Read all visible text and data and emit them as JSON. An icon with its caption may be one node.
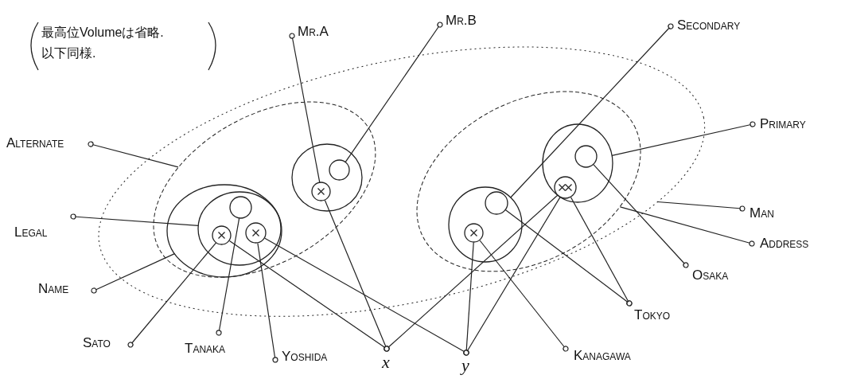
{
  "diagram": {
    "nodes": [
      {
        "text": [],
        "shape": "ellipse"
      },
      {
        "text": [],
        "shape": "ellipse",
        "in": 0
      },
      {
        "text": [],
        "shape": "ellipse",
        "in": 1
      },
      {
        "text": [],
        "shape": "ellipse",
        "in": 2
      },
      {
        "text": [],
        "shape": "circle",
        "in": 3
      },
      {
        "text": [],
        "shape": "circle",
        "in": 3
      },
      {
        "text": [],
        "shape": "circle",
        "in": 3
      },
      {
        "text": [],
        "shape": "ellipse",
        "in": 1
      },
      {
        "text": [],
        "shape": "circle",
        "in": 7
      },
      {
        "text": [],
        "shape": "circle",
        "in": 7
      },
      {
        "text": [],
        "shape": "ellipse",
        "in": 0
      },
      {
        "text": [],
        "shape": "ellipse",
        "in": 10
      },
      {
        "text": [],
        "shape": "circle",
        "in": 11
      },
      {
        "text": [],
        "shape": "circle",
        "in": 11
      },
      {
        "text": [],
        "shape": "ellipse",
        "in": 10
      },
      {
        "text": [],
        "shape": "circle",
        "in": 14
      },
      {
        "text": [],
        "shape": "circle",
        "in": 14
      },
      {
        "text": [
          "Mr.A"
        ]
      },
      {
        "text": [
          "Mr.B"
        ]
      },
      {
        "text": [
          "Secondary"
        ]
      },
      {
        "text": [
          "Alternate"
        ]
      },
      {
        "text": [
          "Primary"
        ]
      },
      {
        "text": [
          "Legal"
        ]
      },
      {
        "text": [
          "Man"
        ]
      },
      {
        "text": [
          "Address"
        ]
      },
      {
        "text": [
          "Name"
        ]
      },
      {
        "text": [
          "Osaka"
        ]
      },
      {
        "text": [
          "Tokyo"
        ]
      },
      {
        "text": [
          "Sato"
        ]
      },
      {
        "text": [
          "Tanaka"
        ]
      },
      {
        "text": [
          "Yoshida"
        ]
      },
      {
        "text": [
          "x"
        ]
      },
      {
        "text": [
          "y"
        ]
      },
      {
        "text": [
          "Kanagawa"
        ]
      }
    ],
    "edges": [
      {
        "from": 17,
        "to": 9,
        "arrow": "other"
      },
      {
        "from": 18,
        "to": 8,
        "arrow": "other"
      },
      {
        "from": 19,
        "to": 11,
        "arrow": "other"
      },
      {
        "from": 20,
        "to": 1,
        "arrow": "other"
      },
      {
        "from": 21,
        "to": 14,
        "arrow": "other"
      },
      {
        "from": 22,
        "to": 3,
        "arrow": "other"
      },
      {
        "from": 23,
        "to": 0,
        "arrow": "other"
      },
      {
        "from": 24,
        "to": 10,
        "arrow": "other"
      },
      {
        "from": 25,
        "to": 2,
        "arrow": "other"
      },
      {
        "from": 26,
        "to": 15,
        "arrow": "other"
      },
      {
        "from": 27,
        "to": 12,
        "arrow": "other"
      },
      {
        "from": 27,
        "to": 16,
        "arrow": "other"
      },
      {
        "from": 28,
        "to": 5,
        "arrow": "other"
      },
      {
        "from": 29,
        "to": 4,
        "arrow": "other"
      },
      {
        "from": 30,
        "to": 6,
        "arrow": "other"
      },
      {
        "from": 31,
        "to": 5,
        "arrow": "other"
      },
      {
        "from": 31,
        "to": 9,
        "arrow": "other"
      },
      {
        "from": 31,
        "to": 16,
        "arrow": "other"
      },
      {
        "from": 32,
        "to": 6,
        "arrow": "other"
      },
      {
        "from": 32,
        "to": 13,
        "arrow": "other"
      },
      {
        "from": 32,
        "to": 16,
        "arrow": "other"
      },
      {
        "from": 33,
        "to": 13,
        "arrow": "other"
      }
    ],
    "labels": [
      "最高位Volumeは省略.",
      "以下同様."
    ]
  }
}
